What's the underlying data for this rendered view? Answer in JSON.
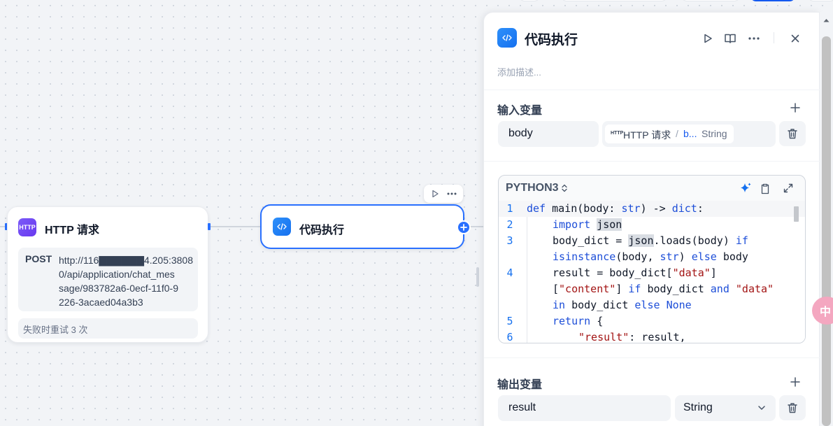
{
  "canvas": {
    "http_node": {
      "icon": "http-icon",
      "title": "HTTP 请求",
      "method": "POST",
      "url": "http://116.▇▇▇▇▇.4.205:38080/api/application/chat_message/983782a6-0ecf-11f0-9226-3acaed04a3b3",
      "url_lines": [
        "http://116▇▇▇▇▇▇4.205:3808",
        "0/api/application/chat_mes",
        "sage/983782a6-0ecf-11f0-9",
        "226-3acaed04a3b3"
      ],
      "retry": "失败时重试 3 次"
    },
    "code_node": {
      "icon": "code-icon",
      "title": "代码执行"
    }
  },
  "panel": {
    "title": "代码执行",
    "description_placeholder": "添加描述...",
    "input_section": {
      "title": "输入变量",
      "var_name": "body",
      "ref_badge": "HTTP",
      "ref_node": "HTTP 请求",
      "ref_sep": "/",
      "ref_var": "b...",
      "ref_type": "String"
    },
    "code": {
      "language": "PYTHON3",
      "lines": [
        {
          "n": "1",
          "text": "def main(body: str) -> dict:"
        },
        {
          "n": "2",
          "text": "import json"
        },
        {
          "n": "3",
          "text": "body_dict = json.loads(body) if"
        },
        {
          "n": "",
          "text": "isinstance(body, str) else body"
        },
        {
          "n": "4",
          "text": "result = body_dict[\"data\"]"
        },
        {
          "n": "",
          "text": "[\"content\"] if body_dict and \"data\""
        },
        {
          "n": "",
          "text": "in body_dict else None"
        },
        {
          "n": "5",
          "text": "return {"
        },
        {
          "n": "6",
          "text": "\"result\": result,"
        }
      ]
    },
    "output_section": {
      "title": "输出变量",
      "var_name": "result",
      "type": "String"
    }
  },
  "colors": {
    "accent": "#155aef",
    "node_border_selected": "#2970ff",
    "http_icon": "#6938ef",
    "code_icon": "#1570ef"
  }
}
